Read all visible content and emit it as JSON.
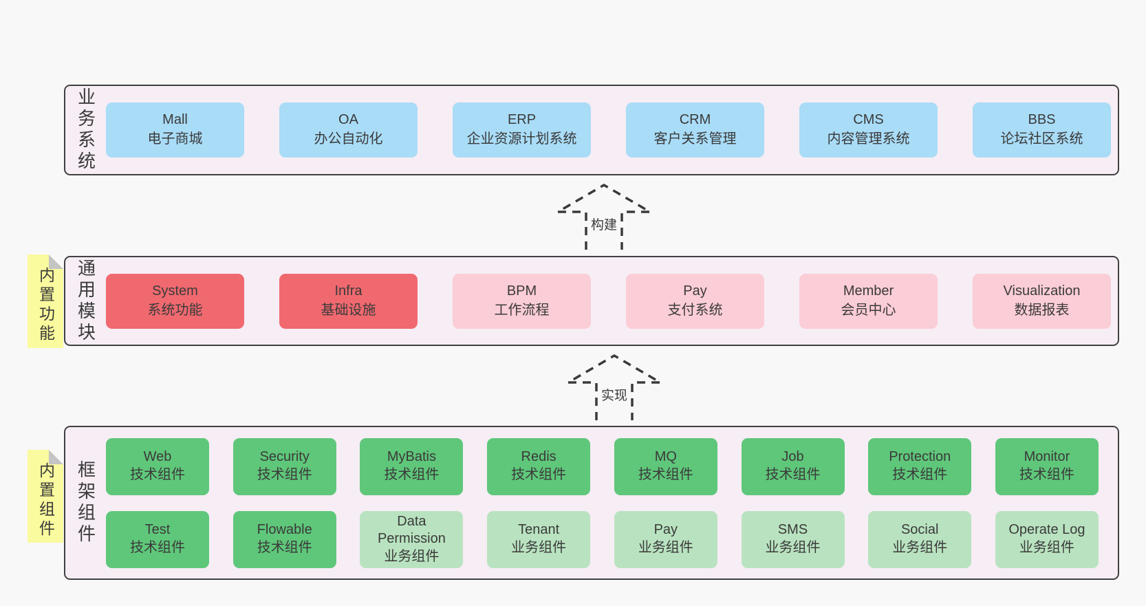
{
  "diagram": {
    "palette": {
      "pageBg": "#f8f8f8",
      "layerBg": "#f7edf5",
      "layerBorder": "#404040",
      "text": "#3a3a3a",
      "blue": "#a9dcf7",
      "red": "#f0696f",
      "pink": "#fbcdd6",
      "green": "#5fc77a",
      "greenLight": "#b9e3c0",
      "noteBg": "#fafa9e",
      "noteFold": "#c4c4c4"
    },
    "arrows": [
      {
        "label": "构建"
      },
      {
        "label": "实现"
      }
    ],
    "layers": [
      {
        "label": "业务系统",
        "rows": [
          [
            {
              "name": "Mall",
              "sub": "电子商城",
              "variant": "blue"
            },
            {
              "name": "OA",
              "sub": "办公自动化",
              "variant": "blue"
            },
            {
              "name": "ERP",
              "sub": "企业资源计划系统",
              "variant": "blue"
            },
            {
              "name": "CRM",
              "sub": "客户关系管理",
              "variant": "blue"
            },
            {
              "name": "CMS",
              "sub": "内容管理系统",
              "variant": "blue"
            },
            {
              "name": "BBS",
              "sub": "论坛社区系统",
              "variant": "blue"
            }
          ]
        ]
      },
      {
        "label": "通用模块",
        "note": "内置功能",
        "rows": [
          [
            {
              "name": "System",
              "sub": "系统功能",
              "variant": "red"
            },
            {
              "name": "Infra",
              "sub": "基础设施",
              "variant": "red"
            },
            {
              "name": "BPM",
              "sub": "工作流程",
              "variant": "pink"
            },
            {
              "name": "Pay",
              "sub": "支付系统",
              "variant": "pink"
            },
            {
              "name": "Member",
              "sub": "会员中心",
              "variant": "pink"
            },
            {
              "name": "Visualization",
              "sub": "数据报表",
              "variant": "pink"
            }
          ]
        ]
      },
      {
        "label": "框架组件",
        "note": "内置组件",
        "rows": [
          [
            {
              "name": "Web",
              "sub": "技术组件",
              "variant": "green"
            },
            {
              "name": "Security",
              "sub": "技术组件",
              "variant": "green"
            },
            {
              "name": "MyBatis",
              "sub": "技术组件",
              "variant": "green"
            },
            {
              "name": "Redis",
              "sub": "技术组件",
              "variant": "green"
            },
            {
              "name": "MQ",
              "sub": "技术组件",
              "variant": "green"
            },
            {
              "name": "Job",
              "sub": "技术组件",
              "variant": "green"
            },
            {
              "name": "Protection",
              "sub": "技术组件",
              "variant": "green"
            },
            {
              "name": "Monitor",
              "sub": "技术组件",
              "variant": "green"
            }
          ],
          [
            {
              "name": "Test",
              "sub": "技术组件",
              "variant": "green"
            },
            {
              "name": "Flowable",
              "sub": "技术组件",
              "variant": "green"
            },
            {
              "name": "Data Permission",
              "sub": "业务组件",
              "variant": "greenLight"
            },
            {
              "name": "Tenant",
              "sub": "业务组件",
              "variant": "greenLight"
            },
            {
              "name": "Pay",
              "sub": "业务组件",
              "variant": "greenLight"
            },
            {
              "name": "SMS",
              "sub": "业务组件",
              "variant": "greenLight"
            },
            {
              "name": "Social",
              "sub": "业务组件",
              "variant": "greenLight"
            },
            {
              "name": "Operate Log",
              "sub": "业务组件",
              "variant": "greenLight"
            }
          ]
        ]
      }
    ]
  }
}
